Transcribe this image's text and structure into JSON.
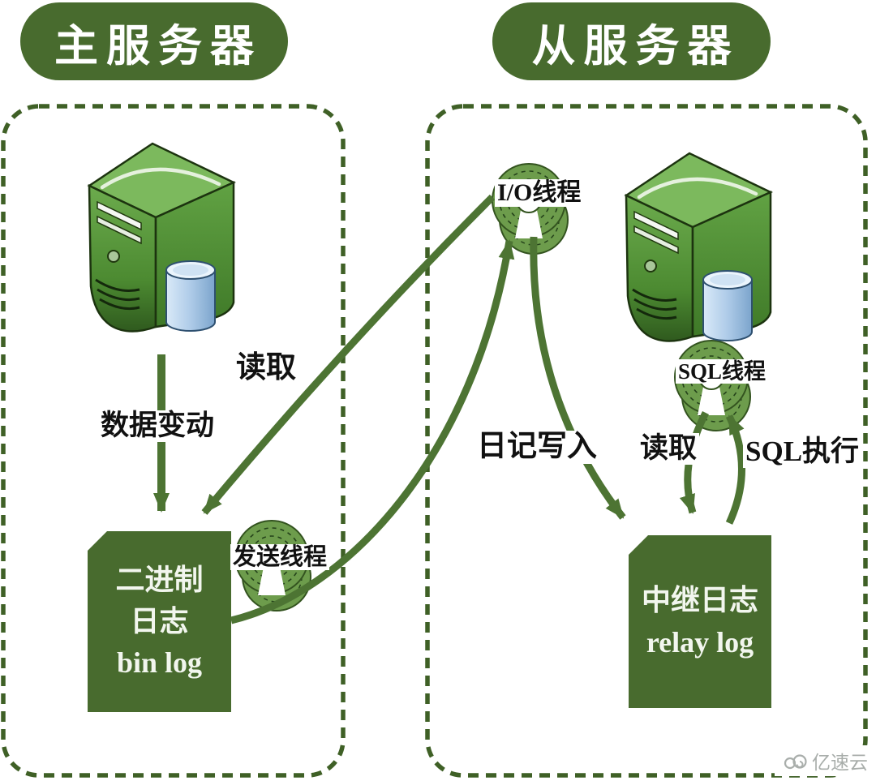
{
  "header": {
    "master_title": "主服务器",
    "slave_title": "从服务器"
  },
  "master_section": {
    "bin_log_box": {
      "line1": "二进制",
      "line2": "日志",
      "line3": "bin log"
    },
    "label_data_change": "数据变动",
    "label_read": "读取",
    "label_send_thread": "发送线程"
  },
  "slave_section": {
    "label_io_thread": "I/O线程",
    "label_log_write": "日记写入",
    "label_read": "读取",
    "label_sql_exec": "SQL执行",
    "label_sql_thread": "SQL线程",
    "relay_log_box": {
      "line1": "中继日志",
      "line2": "relay log"
    }
  },
  "watermark": {
    "text": "亿速云"
  },
  "colors": {
    "dark_green": "#486b2e",
    "arrow_green": "#4d7433",
    "dash_green": "#3f6026",
    "spool_green": "#6d9c4c",
    "server_green": "#5f9f42",
    "cylinder_blue": "#a9cbe8",
    "label_black": "#111111",
    "box_text_white": "#f2f6ee",
    "watermark_gray": "#a9aeab"
  }
}
